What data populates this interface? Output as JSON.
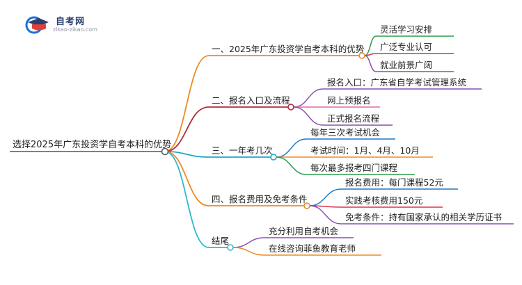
{
  "brand": {
    "name": "自考网",
    "url_text": "zikao-zikao.com"
  },
  "mindmap": {
    "root": "选择2025年广东投资学自考本科的优势",
    "branches": [
      {
        "label": "一、2025年广东投资学自考本科的优势",
        "color": "#f08a24",
        "children": [
          {
            "label": "灵活学习安排",
            "color": "#2e9b4e"
          },
          {
            "label": "广泛专业认可",
            "color": "#d8334a"
          },
          {
            "label": "就业前景广阔",
            "color": "#8a4fb0"
          }
        ]
      },
      {
        "label": "二、报名入口及流程",
        "color": "#b52a3a",
        "children": [
          {
            "label": "报名入口：广东省自学考试管理系统",
            "color": "#8a4fb0"
          },
          {
            "label": "网上预报名",
            "color": "#e06aa6"
          },
          {
            "label": "正式报名流程",
            "color": "#8a4fb0"
          }
        ]
      },
      {
        "label": "三、一年考几次",
        "color": "#1ea7c4",
        "children": [
          {
            "label": "每年三次考试机会",
            "color": "#1f78c8"
          },
          {
            "label": "考试时间：1月、4月、10月",
            "color": "#f08a24"
          },
          {
            "label": "每次最多报考四门课程",
            "color": "#2e9b4e"
          }
        ]
      },
      {
        "label": "四、报名费用及免考条件",
        "color": "#f08a24",
        "children": [
          {
            "label": "报名费用：每门课程52元",
            "color": "#1f78c8"
          },
          {
            "label": "实践考核费用150元",
            "color": "#d8334a"
          },
          {
            "label": "免考条件：持有国家承认的相关学历证书",
            "color": "#8a4fb0"
          }
        ]
      },
      {
        "label": "结尾",
        "color": "#2bbad0",
        "children": [
          {
            "label": "充分利用自考机会",
            "color": "#8a4fb0"
          },
          {
            "label": "在线咨询菲鱼教育老师",
            "color": "#f08a24"
          }
        ]
      }
    ]
  },
  "colors": {
    "root_line": "#2a7fc8",
    "text": "#222222"
  }
}
